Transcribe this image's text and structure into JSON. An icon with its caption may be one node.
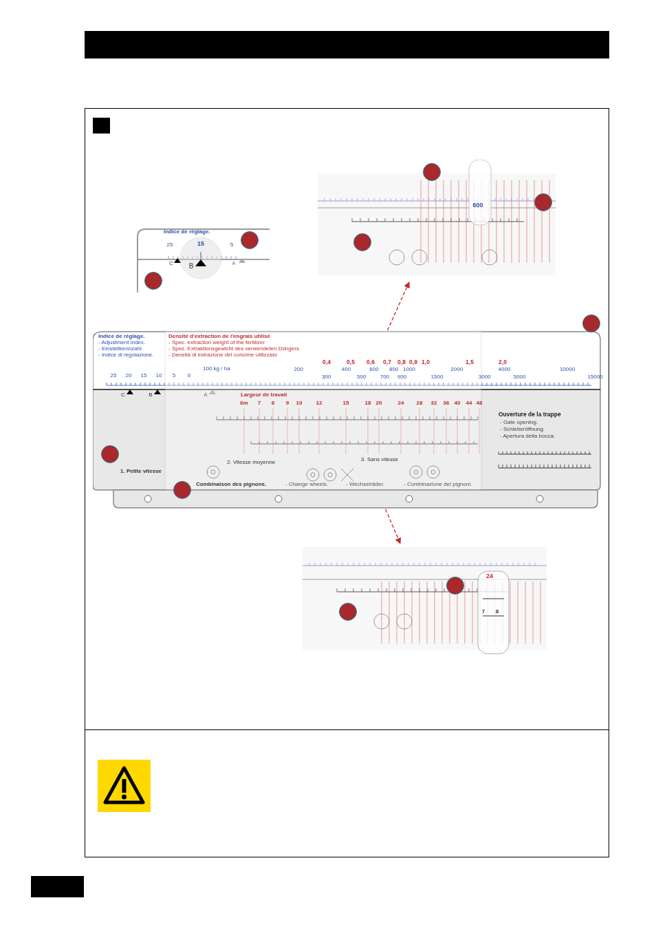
{
  "diagram": {
    "nodes": [
      {
        "text": [],
        "shape": "picture"
      },
      {
        "text": [],
        "shape": "picture"
      },
      {
        "text": [],
        "shape": "picture"
      }
    ],
    "edges": [
      {
        "from": 1,
        "to": 0,
        "arrow": "to",
        "style": "dashed"
      },
      {
        "from": 1,
        "to": 2,
        "arrow": "to",
        "style": "dashed"
      }
    ],
    "labels": [
      "Indice de réglage.",
      "25",
      "15",
      "5",
      "C",
      "B",
      "A",
      "600",
      "Indice de réglage.",
      "- Adjustment index.",
      "- Einstellkennzahl.",
      "- Indice di regolazione.",
      "Densité d'extraction de l'engrais utilisé",
      "- Spec. extraction weight of the fertilizer",
      "- Spez. Extraktionsgewicht des verwendeten Düngers",
      "- Densità di estrazione del concime utilizzato",
      "0,4",
      "0,5",
      "0,6",
      "0,7",
      "0,8",
      "0,9",
      "1,0",
      "1,5",
      "2,0",
      "25",
      "20",
      "15",
      "10",
      "5",
      "0",
      "100 kg / ha",
      "200",
      "300",
      "400",
      "500",
      "600",
      "700",
      "800",
      "900",
      "1000",
      "1500",
      "2000",
      "3000",
      "4000",
      "5000",
      "10000",
      "15000",
      "C",
      "B",
      "A",
      "Largeur de travail",
      "6m",
      "7",
      "8",
      "9",
      "10",
      "12",
      "15",
      "18",
      "20",
      "24",
      "28",
      "32",
      "36",
      "40",
      "44",
      "48",
      "Ouverture de la trappe",
      "- Gate opening.",
      "- Schieberöffnung.",
      "- Apertura della bocca.",
      "1. Petite vitesse",
      "2. Vitesse moyenne",
      "3. Sans vitesse",
      "Combinaison des pignons.",
      "- Change wheels.",
      "- Wechselräder.",
      "- Combinazione dei pignoni.",
      "24",
      "7",
      "8"
    ]
  }
}
